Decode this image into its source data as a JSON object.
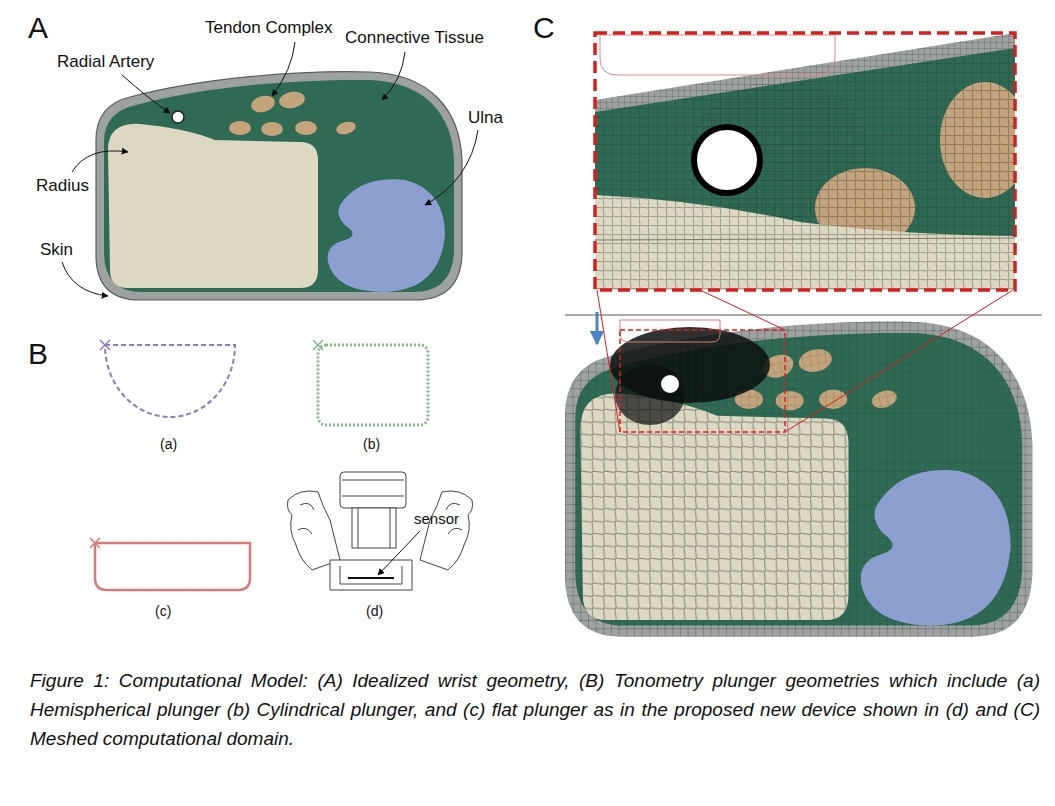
{
  "diagram": {
    "caption": "Figure 1: Computational Model: (A) Idealized wrist geometry, (B) Tonometry plunger geometries which include (a) Hemispherical plunger (b) Cylindrical plunger, and (c) flat plunger as in the proposed new device shown in (d) and (C) Meshed computational domain.",
    "labels": [
      "A",
      "Tendon Complex",
      "Connective Tissue",
      "Radial Artery",
      "C",
      "Ulna",
      "Radius",
      "Skin",
      "B",
      "(a)",
      "(b)",
      "sensor",
      "(c)",
      "(d)"
    ]
  }
}
